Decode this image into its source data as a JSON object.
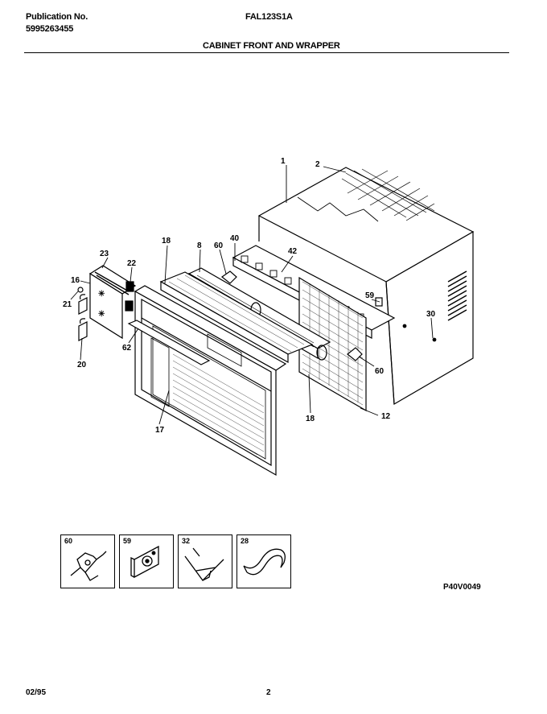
{
  "header": {
    "publication_label": "Publication No.",
    "publication_number": "5995263455",
    "model": "FAL123S1A",
    "section_title": "CABINET FRONT AND WRAPPER"
  },
  "callouts": {
    "c1": "1",
    "c2": "2",
    "c18a": "18",
    "c8": "8",
    "c60a": "60",
    "c40": "40",
    "c42": "42",
    "c23": "23",
    "c22": "22",
    "c16": "16",
    "c21": "21",
    "c59": "59",
    "c30": "30",
    "c62": "62",
    "c20": "20",
    "c60b": "60",
    "c17": "17",
    "c18b": "18",
    "c12": "12"
  },
  "insets": [
    {
      "number": "60",
      "icon": "clip-icon"
    },
    {
      "number": "59",
      "icon": "bracket-icon"
    },
    {
      "number": "32",
      "icon": "drain-pan-clip-icon"
    },
    {
      "number": "28",
      "icon": "strap-icon"
    }
  ],
  "footer": {
    "figure_code": "P40V0049",
    "date": "02/95",
    "page": "2"
  }
}
